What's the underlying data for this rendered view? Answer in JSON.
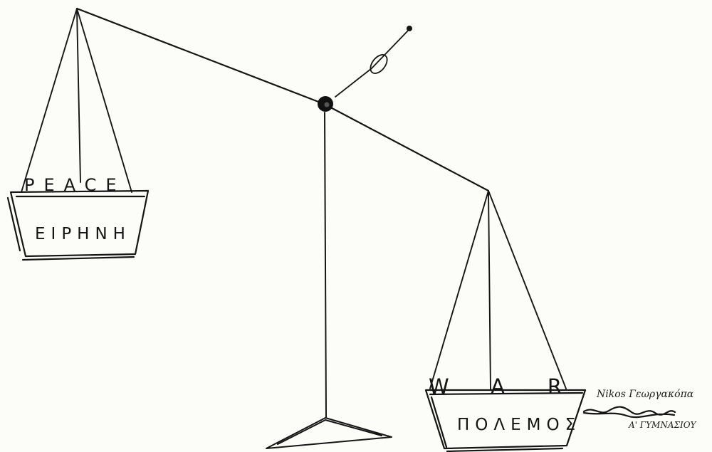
{
  "drawing": {
    "left_pan": {
      "english_label": "PEACE",
      "greek_label": "ΕΙΡΗΝΗ"
    },
    "right_pan": {
      "english_label": "WAR",
      "greek_label": "ΠΟΛΕΜΟΣ"
    },
    "signature": {
      "name": "Nikos Γεωργακόπα",
      "class": "A' ΓΥΜΝΑΣΙΟΥ"
    }
  },
  "colors": {
    "ink": "#151515",
    "paper": "#fcfcf9"
  }
}
